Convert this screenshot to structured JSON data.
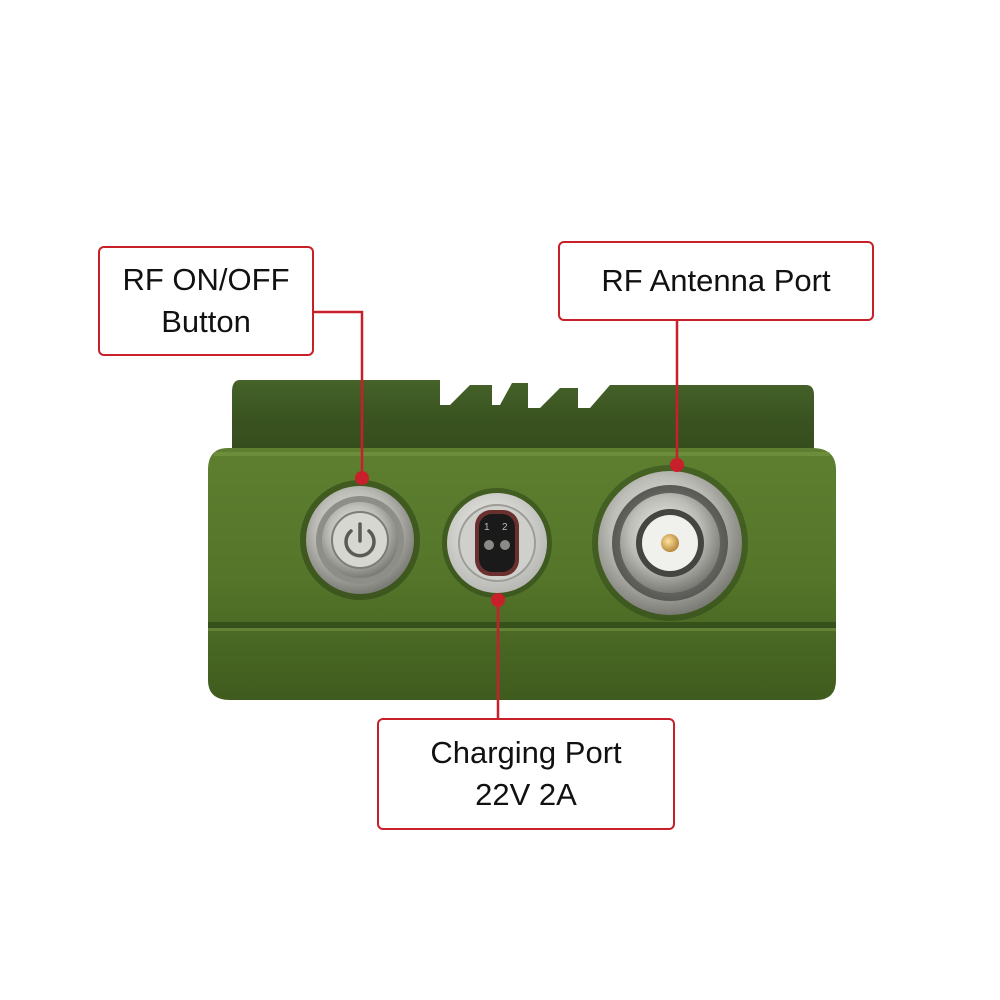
{
  "colors": {
    "callout_red": "#c8202a",
    "body_green": "#56752a",
    "body_dark_green": "#3f5a1d",
    "metal": "#c9c9c4",
    "background": "#ffffff"
  },
  "callouts": {
    "rf_button": {
      "line1": "RF ON/OFF",
      "line2": "Button"
    },
    "antenna": {
      "label": "RF Antenna Port"
    },
    "charging": {
      "line1": "Charging Port",
      "line2": "22V 2A"
    }
  },
  "connector": {
    "pin_1": "1",
    "pin_2": "2"
  },
  "icons": [
    "power-icon",
    "callout-dot",
    "connector-pin"
  ]
}
